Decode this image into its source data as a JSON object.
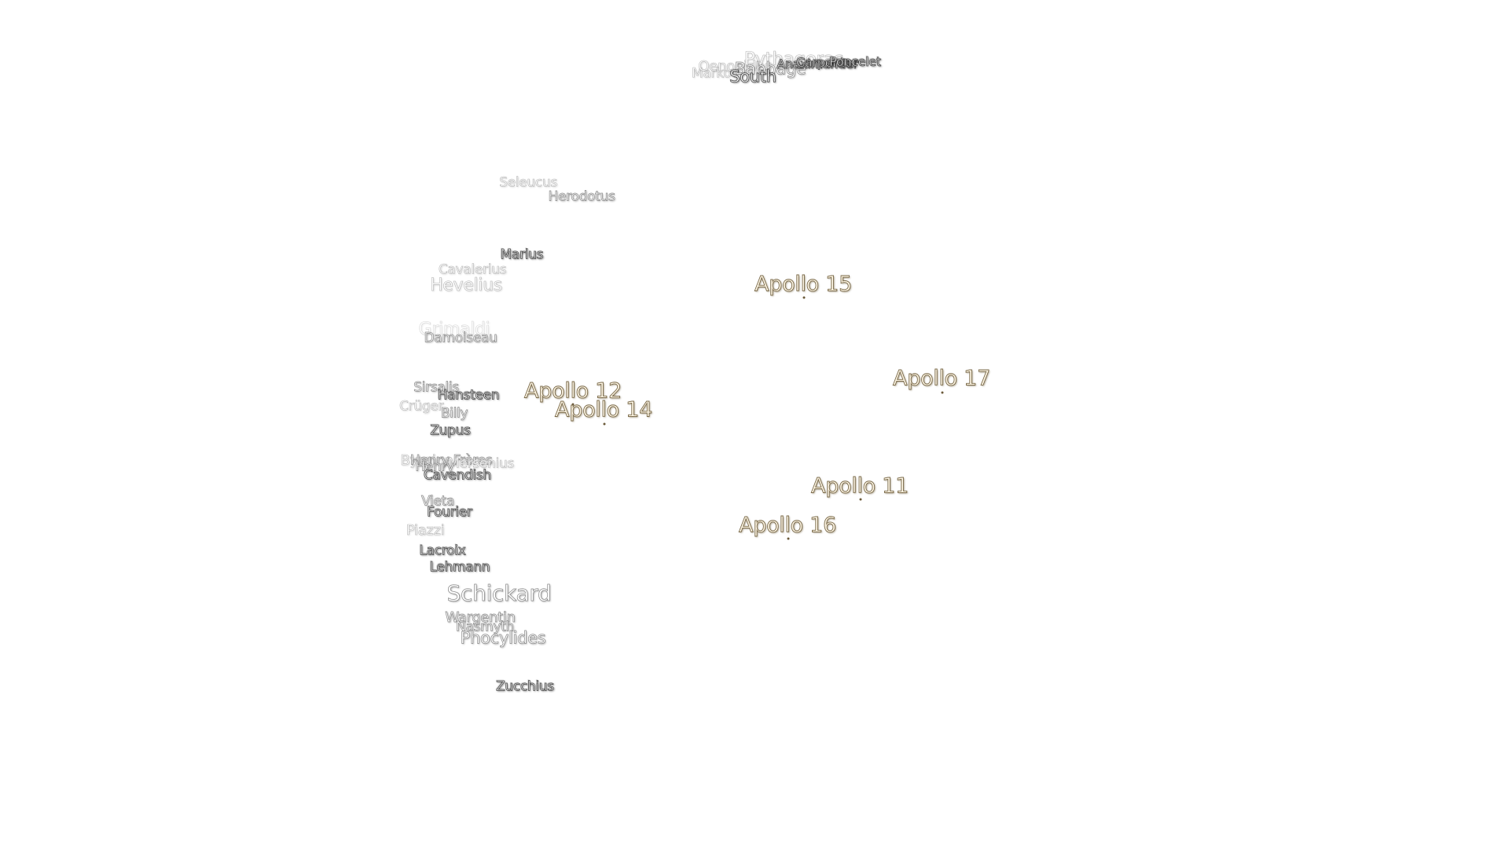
{
  "map": {
    "colors": {
      "apollo_fill": "#fff7e6",
      "apollo_outline": "#7a6a4a",
      "crater_fill": "#ffffff",
      "background": "#ffffff"
    },
    "apollo_sites": [
      {
        "label": "Apollo 15"
      },
      {
        "label": "Apollo 17"
      },
      {
        "label": "Apollo 12"
      },
      {
        "label": "Apollo 14"
      },
      {
        "label": "Apollo 11"
      },
      {
        "label": "Apollo 16"
      }
    ],
    "craters": [
      {
        "label": "Markov"
      },
      {
        "label": "Oenopides"
      },
      {
        "label": "Pythagoras"
      },
      {
        "label": "Babbage"
      },
      {
        "label": "South"
      },
      {
        "label": "Anaximander"
      },
      {
        "label": "Carpenter"
      },
      {
        "label": "Poncelet"
      },
      {
        "label": "Seleucus"
      },
      {
        "label": "Herodotus"
      },
      {
        "label": "Marius"
      },
      {
        "label": "Cavalerius"
      },
      {
        "label": "Hevelius"
      },
      {
        "label": "Grimaldi"
      },
      {
        "label": "Damoiseau"
      },
      {
        "label": "Sirsalis"
      },
      {
        "label": "Hansteen"
      },
      {
        "label": "Crüger"
      },
      {
        "label": "Billy"
      },
      {
        "label": "Zupus"
      },
      {
        "label": "Byrgius"
      },
      {
        "label": "Henry Frères"
      },
      {
        "label": "Mersenius"
      },
      {
        "label": "Henry"
      },
      {
        "label": "Cavendish"
      },
      {
        "label": "Vieta"
      },
      {
        "label": "Fourier"
      },
      {
        "label": "Piazzi"
      },
      {
        "label": "Lacroix"
      },
      {
        "label": "Lehmann"
      },
      {
        "label": "Schickard"
      },
      {
        "label": "Wargentin"
      },
      {
        "label": "Nasmyth"
      },
      {
        "label": "Phocylides"
      },
      {
        "label": "Zucchius"
      }
    ]
  }
}
